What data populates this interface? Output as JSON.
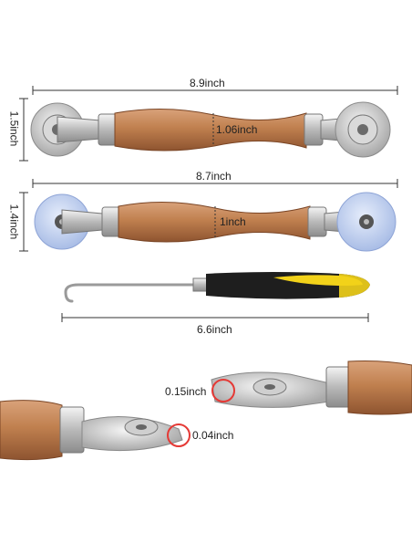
{
  "measurements": {
    "roller1_length": "8.9inch",
    "roller1_height": "1.5inch",
    "roller1_handle_diameter": "1.06inch",
    "roller2_length": "8.7inch",
    "roller2_height": "1.4inch",
    "roller2_handle_diameter": "1inch",
    "hook_length": "6.6inch",
    "wheel1_thickness": "0.15inch",
    "wheel2_thickness": "0.04inch"
  },
  "colors": {
    "wood": "#b8754a",
    "metal": "#c8c8c8",
    "blue_wheel": "#c9d6f0",
    "grip_black": "#1e1e1e",
    "grip_yellow": "#f2d21a",
    "callout_red": "#e53935"
  }
}
